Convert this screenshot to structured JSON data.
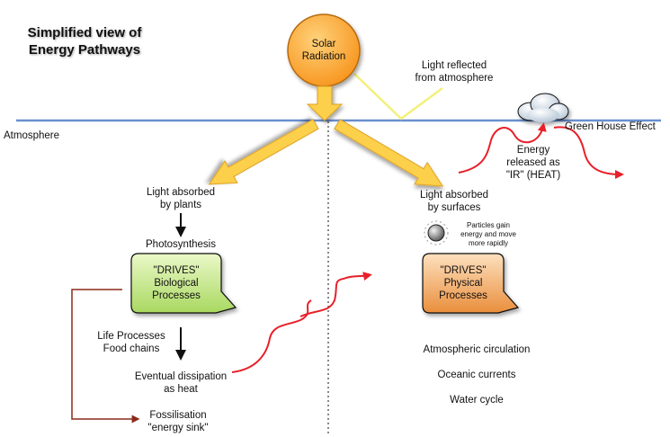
{
  "title": [
    "Simplified view of",
    "Energy Pathways"
  ],
  "sun": {
    "label": [
      "Solar",
      "Radiation"
    ],
    "color": "#f7941d"
  },
  "atmosphere_label": "Atmosphere",
  "reflected_label": [
    "Light reflected",
    "from atmosphere"
  ],
  "greenhouse_label": "Green House Effect",
  "ir_label": [
    "Energy",
    "released as",
    "\"IR\" (HEAT)"
  ],
  "left": {
    "absorbed": [
      "Light absorbed",
      "by plants"
    ],
    "photosynthesis": "Photosynthesis",
    "drives": [
      "\"DRIVES\"",
      "Biological",
      "Processes"
    ],
    "drives_color": "#c8ea8c",
    "life": [
      "Life Processes",
      "Food chains"
    ],
    "dissipation": [
      "Eventual dissipation",
      "as heat"
    ],
    "fossil": [
      "Fossilisation",
      "\"energy sink\""
    ]
  },
  "right": {
    "absorbed": [
      "Light absorbed",
      "by surfaces"
    ],
    "particles": [
      "Particles gain",
      "energy and move",
      "more rapidly"
    ],
    "drives": [
      "\"DRIVES\"",
      "Physical",
      "Processes"
    ],
    "drives_color": "#f0a95c",
    "outcomes": [
      "Atmospheric circulation",
      "Oceanic currents",
      "Water cycle"
    ]
  },
  "colors": {
    "atmosphere_line": "#6a8fd0",
    "light_arrow": "#fcd04b",
    "heat_arrow": "#e8202a",
    "fossil_line": "#8b2a1a",
    "reflected_line": "#f4f07a"
  }
}
